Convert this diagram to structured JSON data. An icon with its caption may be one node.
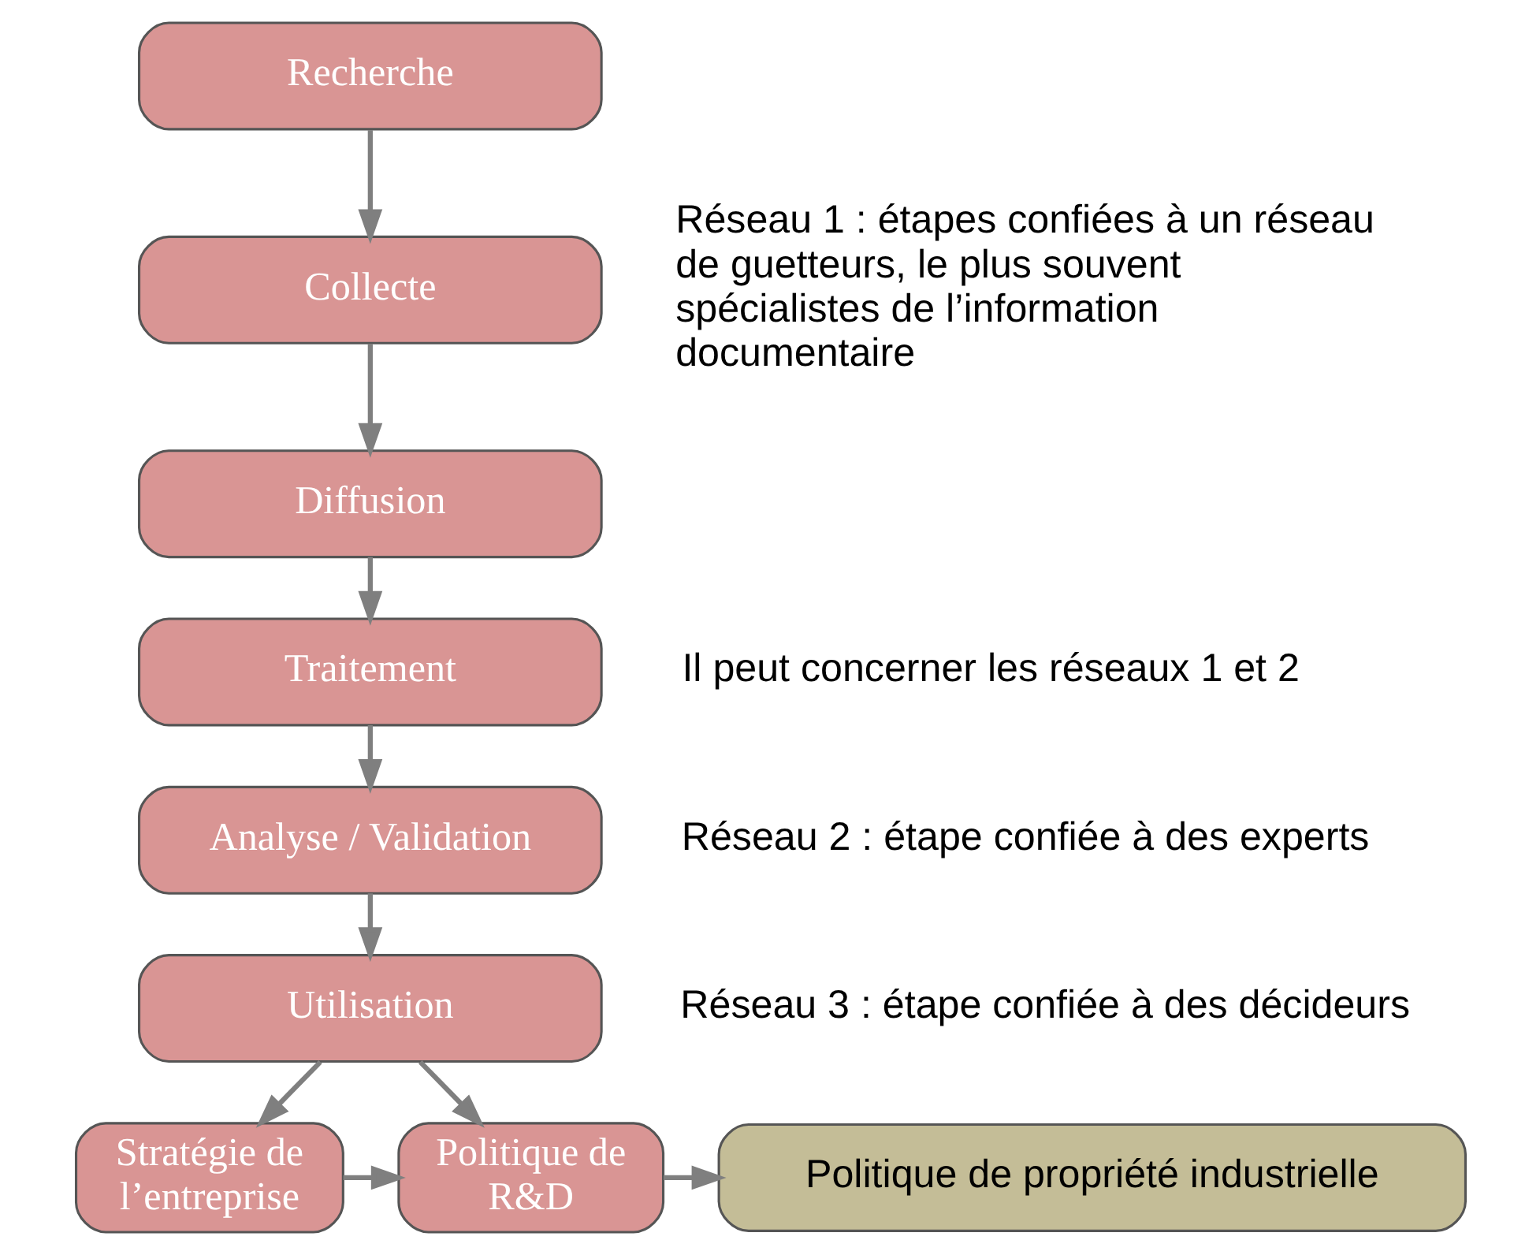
{
  "diagram": {
    "nodes": [
      {
        "text": [
          "Recherche"
        ]
      },
      {
        "text": [
          "Collecte"
        ]
      },
      {
        "text": [
          "Diffusion"
        ]
      },
      {
        "text": [
          "Traitement"
        ],
        "beside": [
          "Il peut concerner les réseaux 1 et 2"
        ]
      },
      {
        "text": [
          "Analyse / Validation"
        ],
        "beside": [
          "Réseau 2 : étape confiée à des experts"
        ]
      },
      {
        "text": [
          "Utilisation"
        ],
        "beside": [
          "Réseau 3 : étape confiée à des décideurs"
        ]
      },
      {
        "text": [
          "Stratégie de l’entreprise"
        ]
      },
      {
        "text": [
          "Politique de R&D"
        ]
      },
      {
        "text": [
          "Politique de propriété industrielle"
        ]
      }
    ],
    "edges": [
      {
        "from": 0,
        "to": 1,
        "arrow": "to"
      },
      {
        "from": 1,
        "to": 2,
        "arrow": "to"
      },
      {
        "from": 2,
        "to": 3,
        "arrow": "to"
      },
      {
        "from": 3,
        "to": 4,
        "arrow": "to"
      },
      {
        "from": 4,
        "to": 5,
        "arrow": "to"
      },
      {
        "from": 5,
        "to": 6,
        "arrow": "to"
      },
      {
        "from": 5,
        "to": 7,
        "arrow": "to"
      },
      {
        "from": 6,
        "to": 7,
        "arrow": "to"
      },
      {
        "from": 7,
        "to": 8,
        "arrow": "to"
      }
    ],
    "labels": [
      "Réseau 1 : étapes confiées à un réseau de guetteurs, le plus souvent spécialistes de l’information documentaire"
    ]
  }
}
